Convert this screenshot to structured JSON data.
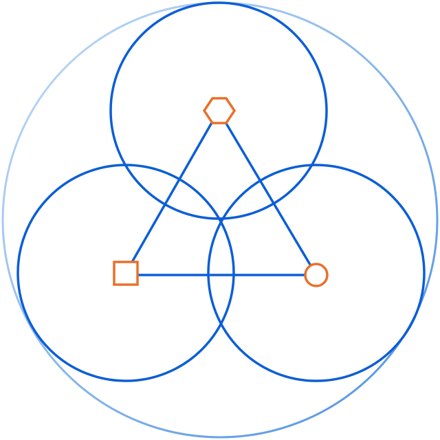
{
  "colors": {
    "background": "#ffffff",
    "outer_circle_light": "#c5ddf6",
    "outer_circle_dark": "#4a90e2",
    "inner_circles": "#0b5ed7",
    "triangle": "#0b5ed7",
    "markers": "#e8702a"
  },
  "diagram": {
    "outer_circle": {
      "name": "outer-circle"
    },
    "inner_circles": [
      {
        "name": "top-circle"
      },
      {
        "name": "bottom-left-circle"
      },
      {
        "name": "bottom-right-circle"
      }
    ],
    "triangle": {
      "name": "center-triangle"
    },
    "markers": [
      {
        "shape": "hexagon",
        "name": "hexagon-marker-icon"
      },
      {
        "shape": "square",
        "name": "square-marker-icon"
      },
      {
        "shape": "circle",
        "name": "circle-marker-icon"
      }
    ]
  }
}
